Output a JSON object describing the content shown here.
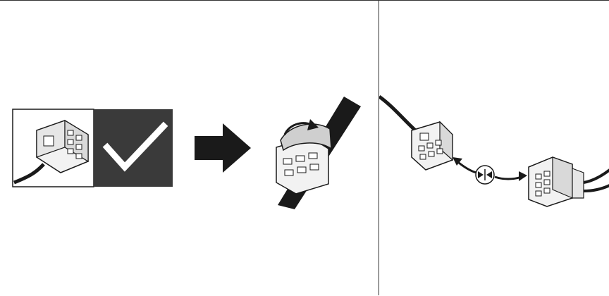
{
  "figure": {
    "steps": [
      {
        "id": "check-connector",
        "status": "ok"
      },
      {
        "id": "wrap-connector"
      },
      {
        "id": "reconnect-connector"
      }
    ],
    "colors": {
      "line": "#1a1a1a",
      "fill": "#f2f2f2",
      "shade": "#cfcfcf",
      "check_bg": "#3a3a3a",
      "check_mark": "#ffffff",
      "arrow": "#1a1a1a"
    },
    "icons": [
      "connector-icon",
      "check-mark-icon",
      "right-arrow-icon",
      "tape-icon",
      "mate-symbol-icon"
    ]
  }
}
